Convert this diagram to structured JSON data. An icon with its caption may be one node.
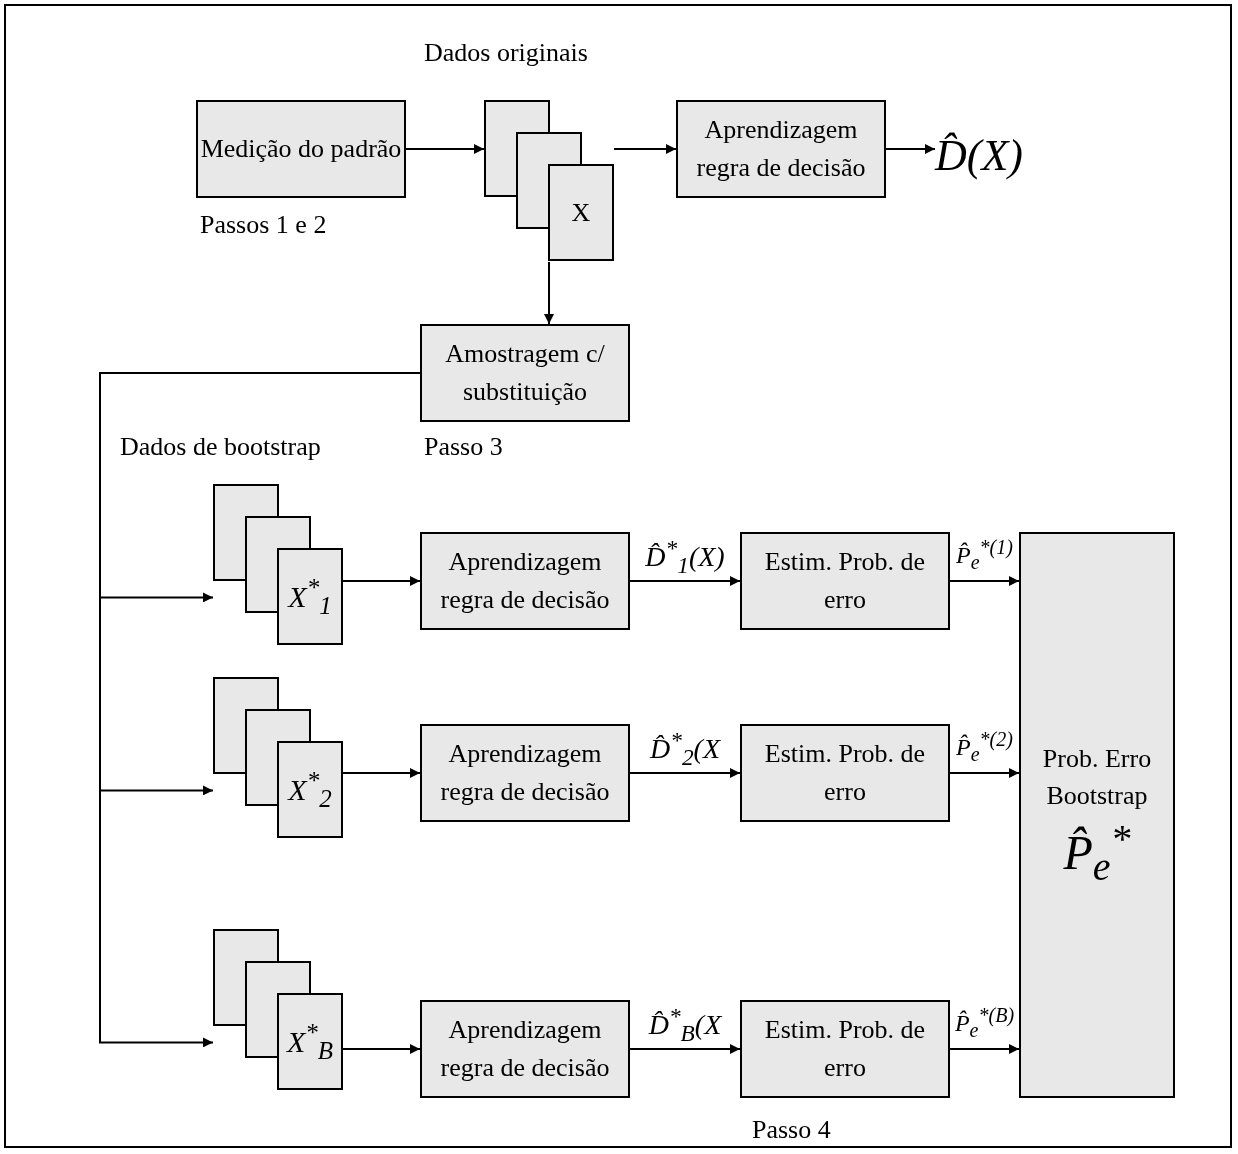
{
  "diagram": {
    "nodes": [
      {
        "text": [
          "Medição do padrão"
        ],
        "beside": [
          "Passos 1 e 2"
        ]
      },
      {
        "text": [
          "X"
        ],
        "beside": [
          "Dados originais"
        ]
      },
      {
        "text": [
          "Aprendizagem regra de decisão"
        ]
      },
      {
        "text": [
          "D̂(X)"
        ]
      },
      {
        "text": [
          "Amostragem c/ substituição"
        ],
        "beside": [
          "Passo 3"
        ]
      },
      {
        "text": [
          "X$^{*}$$_{1}$"
        ]
      },
      {
        "text": [
          "Aprendizagem regra de decisão"
        ]
      },
      {
        "text": [
          "Estim. Prob. de erro"
        ]
      },
      {
        "text": [
          "X$^{*}$$_{2}$"
        ]
      },
      {
        "text": [
          "Aprendizagem regra de decisão"
        ]
      },
      {
        "text": [
          "Estim. Prob. de erro"
        ]
      },
      {
        "text": [
          "X$^{*}$$_{B}$"
        ]
      },
      {
        "text": [
          "Aprendizagem regra de decisão"
        ]
      },
      {
        "text": [
          "Estim. Prob. de erro"
        ]
      },
      {
        "text": [
          "Prob. Erro Bootstrap",
          "P̂$_{e}$$^{*}$"
        ]
      }
    ],
    "edges": [
      {
        "from": 0,
        "to": 1,
        "arrow": "to"
      },
      {
        "from": 1,
        "to": 2,
        "arrow": "to"
      },
      {
        "from": 2,
        "to": 3,
        "arrow": "to"
      },
      {
        "from": 1,
        "to": 4,
        "arrow": "to"
      },
      {
        "from": 4,
        "to": 5,
        "arrow": "to"
      },
      {
        "from": 4,
        "to": 8,
        "arrow": "to"
      },
      {
        "from": 4,
        "to": 11,
        "arrow": "to"
      },
      {
        "from": 5,
        "to": 6,
        "arrow": "to"
      },
      {
        "from": 6,
        "to": 7,
        "arrow": "to",
        "label": "D̂$^{*}$$_{1}$(X)"
      },
      {
        "from": 7,
        "to": 14,
        "arrow": "to",
        "label": "P̂$_{e}$$^{*(1)}$"
      },
      {
        "from": 8,
        "to": 9,
        "arrow": "to"
      },
      {
        "from": 9,
        "to": 10,
        "arrow": "to",
        "label": "D̂$^{*}$$_{2}$(X"
      },
      {
        "from": 10,
        "to": 14,
        "arrow": "to",
        "label": "P̂$_{e}$$^{*(2)}$"
      },
      {
        "from": 11,
        "to": 12,
        "arrow": "to"
      },
      {
        "from": 12,
        "to": 13,
        "arrow": "to",
        "label": "D̂$^{*}$$_{B}$(X"
      },
      {
        "from": 13,
        "to": 14,
        "arrow": "to",
        "label": "P̂$_{e}$$^{*(B)}$"
      }
    ],
    "labels": [
      "Dados de bootstrap",
      "Passo 4"
    ]
  }
}
